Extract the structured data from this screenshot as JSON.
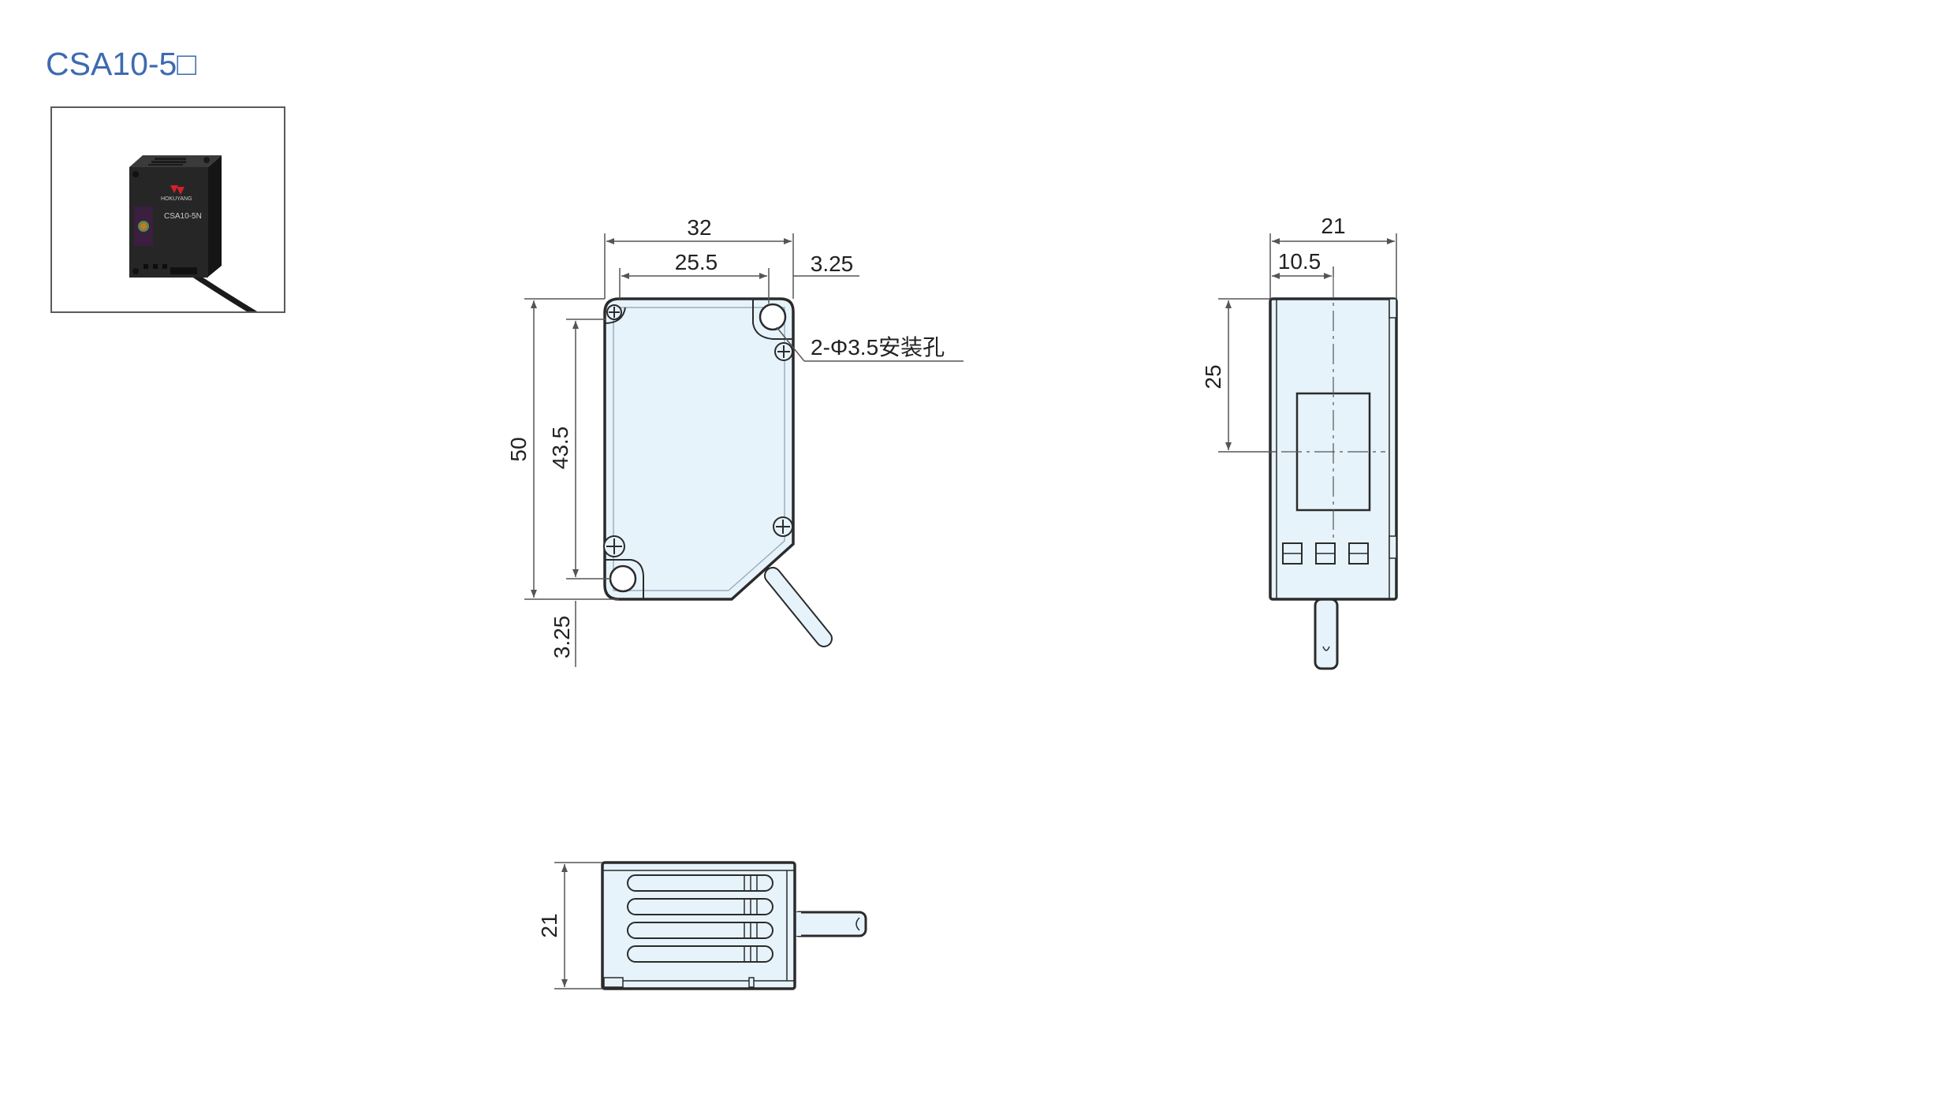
{
  "title": "CSA10-5□",
  "photo": {
    "brand_text": "HOKUYANG",
    "model_text": "CSA10-5N"
  },
  "front_view": {
    "width": "32",
    "hole_spacing_width": "25.5",
    "edge_offset": "3.25",
    "height": "50",
    "hole_spacing_height": "43.5",
    "bottom_offset": "3.25",
    "hole_note": "2-Φ3.5安装孔"
  },
  "side_view": {
    "width": "21",
    "half_width": "10.5",
    "optical_center_height": "25"
  },
  "bottom_view": {
    "depth": "21"
  },
  "colors": {
    "title": "#3d6bb0",
    "body_fill": "#e6f3fb",
    "outline": "#2b2b2b",
    "dimension": "#555555"
  }
}
